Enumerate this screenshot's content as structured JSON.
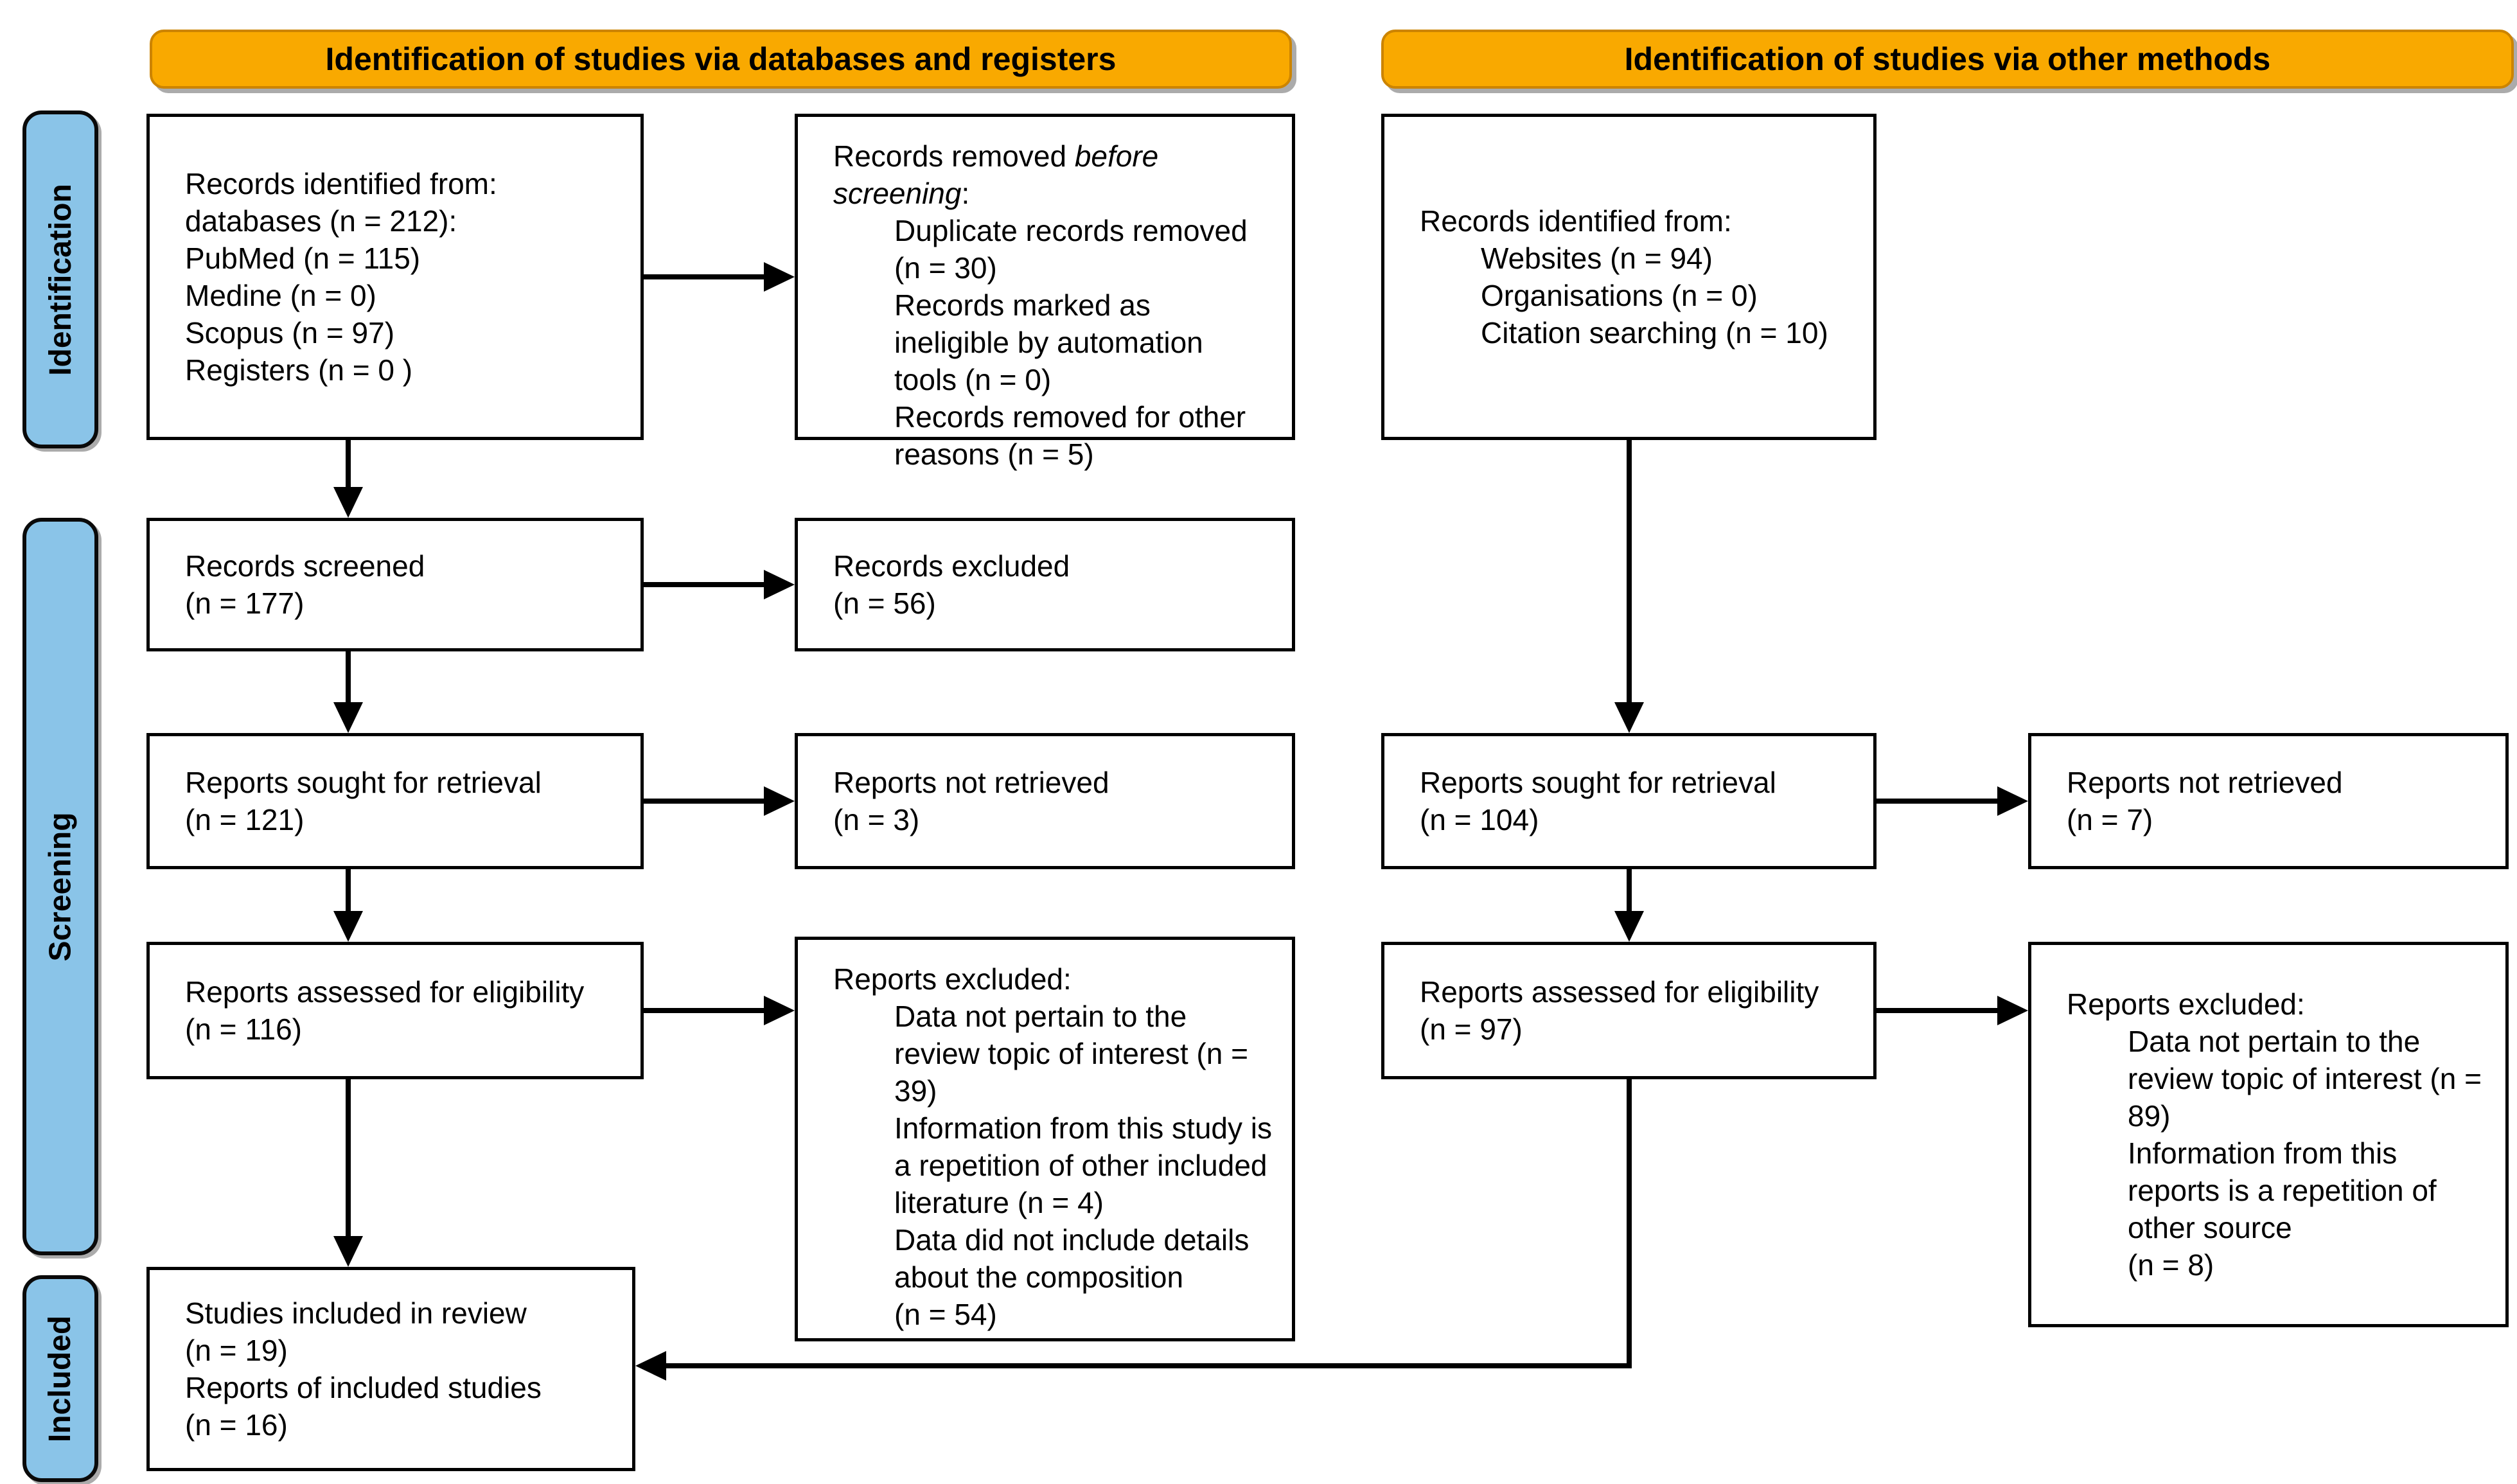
{
  "headers": {
    "left": "Identification of studies via databases and registers",
    "right": "Identification of studies via other methods"
  },
  "sidebar": {
    "identification": "Identification",
    "screening": "Screening",
    "included": "Included"
  },
  "boxes": {
    "records_identified_db": {
      "lines": [
        "Records identified from:",
        "databases (n = 212):",
        "PubMed (n = 115)",
        "Medine (n = 0)",
        "Scopus (n = 97)",
        "Registers (n = 0 )"
      ]
    },
    "records_removed": {
      "title_prefix": "Records removed ",
      "title_italic": "before screening",
      "title_suffix": ":",
      "items": [
        "Duplicate records removed (n = 30)",
        "Records marked as ineligible by automation tools (n = 0)",
        "Records removed for other reasons (n = 5)"
      ]
    },
    "records_identified_other": {
      "title": "Records identified from:",
      "items": [
        "Websites (n = 94)",
        "Organisations (n = 0)",
        "Citation searching (n = 10)"
      ]
    },
    "records_screened": {
      "lines": [
        "Records screened",
        "(n = 177)"
      ]
    },
    "records_excluded": {
      "lines": [
        "Records excluded",
        "(n = 56)"
      ]
    },
    "reports_sought_db": {
      "lines": [
        "Reports sought for retrieval",
        "(n = 121)"
      ]
    },
    "reports_not_retrieved_db": {
      "lines": [
        "Reports not retrieved",
        "(n = 3)"
      ]
    },
    "reports_sought_other": {
      "lines": [
        "Reports sought for retrieval",
        "(n = 104)"
      ]
    },
    "reports_not_retrieved_other": {
      "lines": [
        "Reports not retrieved",
        "(n = 7)"
      ]
    },
    "reports_assessed_db": {
      "lines": [
        "Reports assessed for eligibility",
        "(n = 116)"
      ]
    },
    "reports_excluded_db": {
      "title": "Reports excluded:",
      "items": [
        "Data not pertain to the review topic of interest (n = 39)",
        "Information from this study is a repetition of other included literature (n = 4)",
        "Data did not include details about the composition",
        "(n = 54)"
      ]
    },
    "reports_assessed_other": {
      "lines": [
        "Reports assessed for eligibility",
        "(n = 97)"
      ]
    },
    "reports_excluded_other": {
      "title": "Reports excluded:",
      "items": [
        "Data not pertain to the review topic of interest (n = 89)",
        "Information from this reports is a repetition of other source",
        "(n = 8)"
      ]
    },
    "studies_included": {
      "lines": [
        "Studies included in review",
        "(n = 19)",
        "Reports of included studies",
        "(n = 16)"
      ]
    }
  },
  "colors": {
    "header_fill": "#F9A900",
    "header_border": "#CC8400",
    "sidebar_fill": "#8AC4E8",
    "box_border": "#000000",
    "arrow_color": "#000000",
    "shadow_color": "#ABABAB"
  }
}
